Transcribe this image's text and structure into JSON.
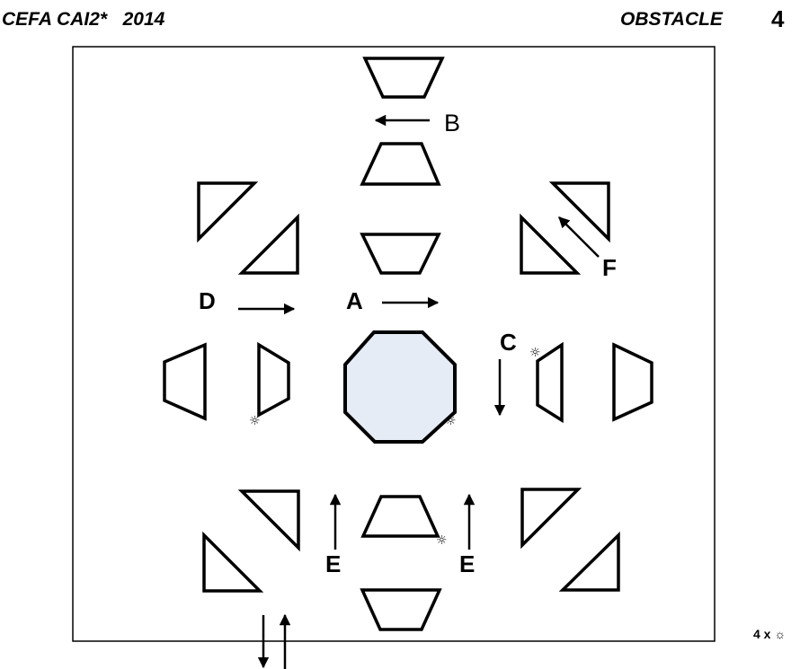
{
  "header": {
    "event": "CEFA CAI2*   2014",
    "title": "OBSTACLE",
    "number": "4"
  },
  "course": {
    "labels": {
      "A": "A",
      "B": "B",
      "C": "C",
      "D": "D",
      "E_left": "E",
      "E_right": "E",
      "F": "F"
    },
    "star_glyph": "☼",
    "legend": "4 x ☼",
    "center_fill": "#e6ecf6"
  }
}
